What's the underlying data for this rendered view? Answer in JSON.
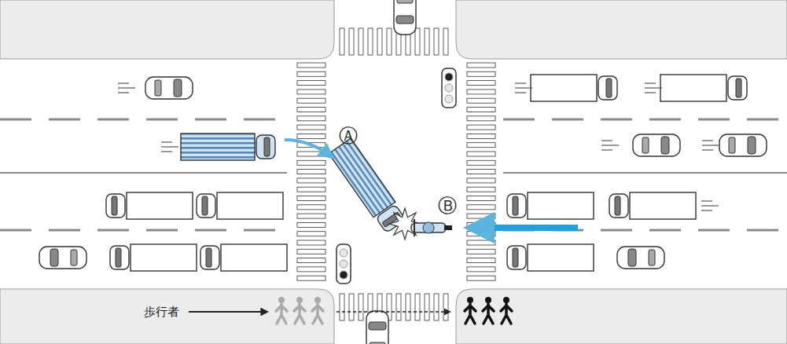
{
  "diagram": {
    "labels": [
      "Ⓐ",
      "Ⓑ",
      "歩行者"
    ]
  }
}
